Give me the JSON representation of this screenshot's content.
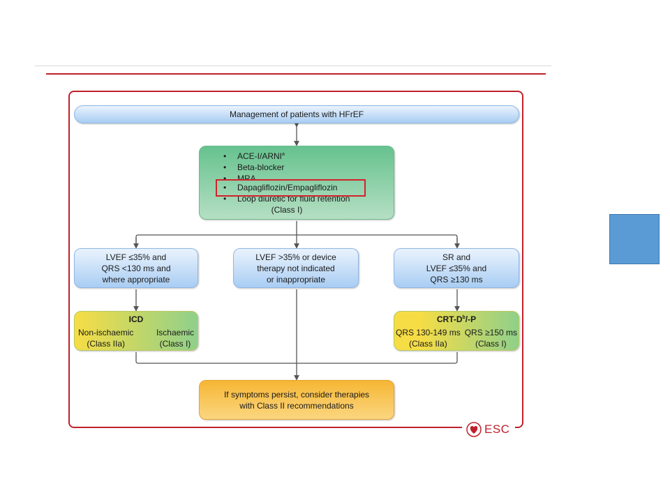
{
  "title": "Management of patients with HFrEF",
  "first_line": {
    "items": [
      "ACE-I/ARNI",
      "Beta-blocker",
      "MRA",
      "Dapagliflozin/Empagliflozin",
      "Loop diuretic for fluid retention"
    ],
    "ace_sup": "a",
    "class": "(Class I)"
  },
  "branches": {
    "left": [
      "LVEF ≤35% and",
      "QRS <130 ms and",
      "where appropriate"
    ],
    "middle": [
      "LVEF >35% or device",
      "therapy not indicated",
      "or inappropriate"
    ],
    "right": [
      "SR and",
      "LVEF ≤35% and",
      "QRS ≥130 ms"
    ]
  },
  "icd": {
    "title": "ICD",
    "left_label": "Non-ischaemic",
    "left_class": "(Class IIa)",
    "right_label": "Ischaemic",
    "right_class": "(Class I)"
  },
  "crt": {
    "title_a": "CRT-D",
    "title_sup": "b",
    "title_b": "/-P",
    "left_label": "QRS 130-149 ms",
    "left_class": "(Class IIa)",
    "right_label": "QRS ≥150 ms",
    "right_class": "(Class I)"
  },
  "persist": [
    "If symptoms persist, consider therapies",
    "with Class II recommendations"
  ],
  "logo_text": "ESC",
  "colors": {
    "frame": "#c0202b",
    "highlight": "#d4202b",
    "blue_square": "#5b9bd5"
  }
}
